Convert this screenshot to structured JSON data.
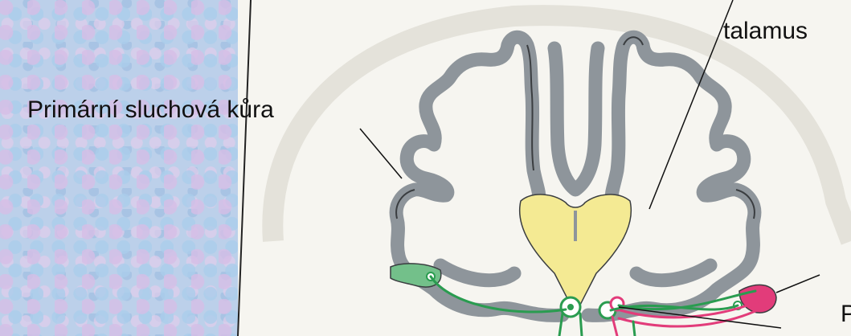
{
  "labels": {
    "talamus": "talamus",
    "auditory_cortex": "Primární sluchová kůra",
    "right_partial": "P"
  },
  "colors": {
    "cortex_gray": "#8e959b",
    "cortex_outline": "#3a3d40",
    "thalamus_yellow": "#f4ea93",
    "auditory_green": "#73c08a",
    "pathway_green": "#2a9c50",
    "visual_pink": "#e23c7a"
  }
}
